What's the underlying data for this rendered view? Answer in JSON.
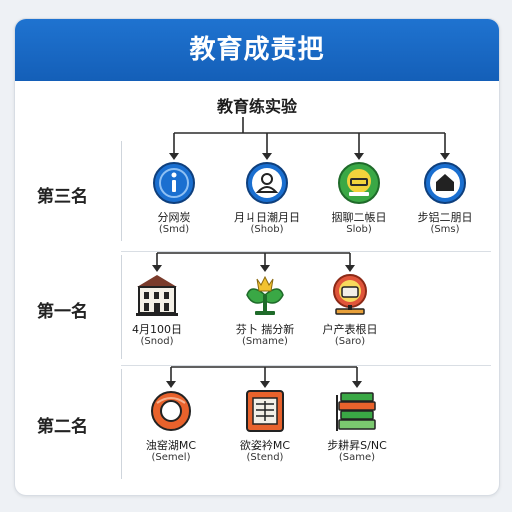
{
  "title": "教育成责把",
  "subtitle": "教育练实验",
  "rows": [
    {
      "label": "第三名",
      "nodes": [
        {
          "label": "分网炭",
          "sub": "(Smd)",
          "icon": "info-icon",
          "color": "#1a6fd0"
        },
        {
          "label": "月ㄐ日潮月日",
          "sub": "(Shob)",
          "icon": "user-icon",
          "color": "#1a6fd0"
        },
        {
          "label": "㧢聊二帳日",
          "sub": "Slob)",
          "icon": "book-icon",
          "color": "#3aa845"
        },
        {
          "label": "步铝二朋日",
          "sub": "(Sms)",
          "icon": "house-icon",
          "color": "#1a6fd0"
        }
      ]
    },
    {
      "label": "第一名",
      "nodes": [
        {
          "label": "4月100日",
          "sub": "(Snod)",
          "icon": "school-building-icon",
          "color": "#333333"
        },
        {
          "label": "芬卜 揣分新",
          "sub": "(Smame)",
          "icon": "plant-icon",
          "color": "#3aa845"
        },
        {
          "label": "户产表根日",
          "sub": "(Saro)",
          "icon": "book-stand-icon",
          "color": "#e0553a"
        }
      ]
    },
    {
      "label": "第二名",
      "nodes": [
        {
          "label": "浊窑湖MC",
          "sub": "(Semel)",
          "icon": "ring-icon",
          "color": "#e8622c"
        },
        {
          "label": "欲姿衿MC",
          "sub": "(Stend)",
          "icon": "tablet-icon",
          "color": "#e8622c"
        },
        {
          "label": "步耕昇S/NC",
          "sub": "(Same)",
          "icon": "books-icon",
          "color": "#3aa845"
        }
      ]
    }
  ]
}
